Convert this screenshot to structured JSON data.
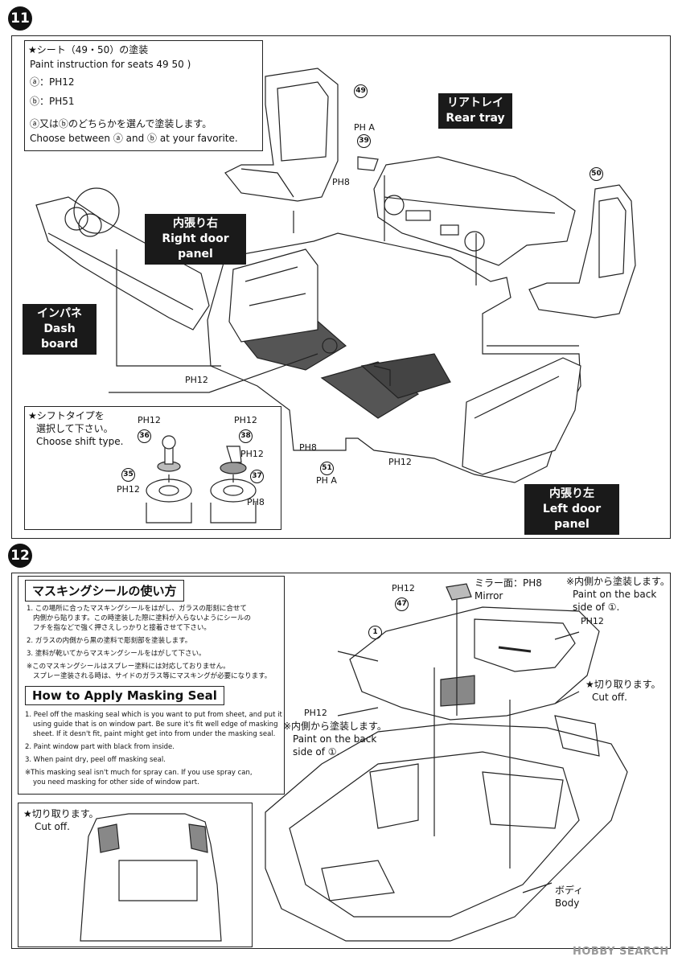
{
  "step11": {
    "number": "11",
    "seat_box": {
      "line1": "★シート（49・50）の塗装",
      "line2": "Paint instruction for seats 49 50 )",
      "opt_a": "ⓐ：PH12",
      "opt_b": "ⓑ：PH51",
      "line5": "ⓐ又はⓑのどちらかを選んで塗装します。",
      "line6": "Choose between ⓐ and ⓑ at your favorite."
    },
    "parts": {
      "p49": "49",
      "p50": "50",
      "p39": "39",
      "pA_39": "PH A",
      "p8_39": "PH8",
      "p36": "36",
      "p35": "35",
      "p38": "38",
      "p37": "37",
      "p51": "51",
      "pA_51": "PH A",
      "ph12_a": "PH12",
      "ph8_mid": "PH8",
      "ph12_mid": "PH12"
    },
    "labels": {
      "rear_tray_jp": "リアトレイ",
      "rear_tray_en": "Rear tray",
      "right_door_jp": "内張り右",
      "right_door_en": "Right door panel",
      "dash_jp": "インパネ",
      "dash_en": "Dash board",
      "left_door_jp": "内張り左",
      "left_door_en": "Left door panel"
    },
    "shift_box": {
      "line1": "★シフトタイプを",
      "line2": "選択して下さい。",
      "line3": "Choose shift type.",
      "ph12_top": "PH12",
      "ph12_right": "PH12",
      "ph12_right2": "PH12",
      "ph12_left": "PH12",
      "ph8_right": "PH8"
    }
  },
  "step12": {
    "number": "12",
    "masking_jp_title": "マスキングシールの使い方",
    "masking_jp_lines": [
      "1. この場所に合ったマスキングシールをはがし、ガラスの彫刻に合せて",
      "内側から貼ります。この時塗装した際に塗料が入らないようにシールの",
      "フチを指などで強く押さえしっかりと接着させて下さい。",
      "2. ガラスの内側から黒の塗料で彫刻部を塗装します。",
      "3. 塗料が乾いてからマスキングシールをはがして下さい。",
      "※このマスキングシールはスプレー塗料には対応しておりません。",
      "スプレー塗装される時は、サイドのガラス等にマスキングが必要になります。"
    ],
    "masking_en_title": "How to Apply Masking Seal",
    "masking_en_lines": [
      "1. Peel off the masking seal which is you want to put from sheet, and put it",
      "using guide that is on window part. Be sure it's fit well edge of masking",
      "sheet. If it desn't fit, paint might get into from under the masking seal.",
      "2. Paint window part with black from inside.",
      "3. When paint dry, peel off masking seal.",
      "※This masking seal isn't much for spray can. If you use spray can,",
      "you need masking for other side of window part."
    ],
    "cutoff_box_jp": "★切り取ります。",
    "cutoff_box_en": "Cut off.",
    "ph12_47": "PH12",
    "p47": "47",
    "mirror_jp": "ミラー面：PH8",
    "mirror_en": "Mirror",
    "inside_jp_r": "※内側から塗装します。",
    "inside_en_r1": "Paint on the back",
    "inside_en_r2": "side of ①.",
    "ph12_r": "PH12",
    "p1": "1",
    "cut_r_jp": "★切り取ります。",
    "cut_r_en": "Cut off.",
    "ph12_l": "PH12",
    "inside_jp_l": "※内側から塗装します。",
    "inside_en_l1": "Paint on the back",
    "inside_en_l2": "side of ①.",
    "body_jp": "ボディ",
    "body_en": "Body"
  },
  "watermark": "HOBBY SEARCH"
}
